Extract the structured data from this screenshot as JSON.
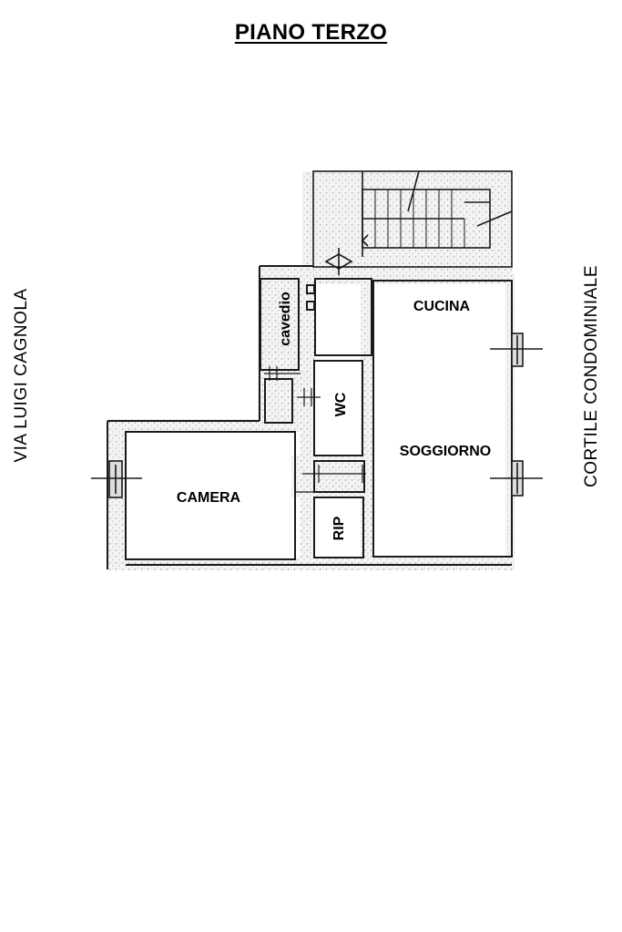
{
  "title": "PIANO TERZO",
  "street_left": "VIA LUIGI CAGNOLA",
  "street_right": "CORTILE CONDOMINIALE",
  "rooms": {
    "cucina": "CUCINA",
    "soggiorno": "SOGGIORNO",
    "camera": "CAMERA",
    "wc": "WC",
    "rip": "RIP",
    "cavedio": "cavedio"
  },
  "colors": {
    "wall": "#1a1a1a",
    "hatch": "#bdbdbd",
    "background": "#ffffff"
  }
}
